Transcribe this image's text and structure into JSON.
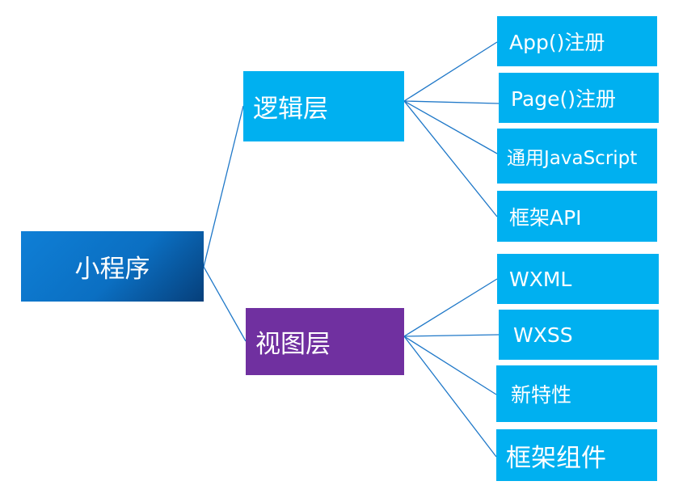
{
  "diagram": {
    "colors": {
      "leaf_blue": "#00b0f0",
      "view_purple": "#7030a0",
      "root_blue": "#0b6fc2",
      "connector": "#1f78c8"
    },
    "root": {
      "label": "小程序"
    },
    "logic_layer": {
      "label": "逻辑层",
      "children": [
        {
          "label": "App()注册"
        },
        {
          "label": "Page()注册"
        },
        {
          "label": "通用JavaScript"
        },
        {
          "label": "框架API"
        }
      ]
    },
    "view_layer": {
      "label": "视图层",
      "children": [
        {
          "label": "WXML"
        },
        {
          "label": "WXSS"
        },
        {
          "label": "新特性"
        },
        {
          "label": "框架组件"
        }
      ]
    }
  }
}
